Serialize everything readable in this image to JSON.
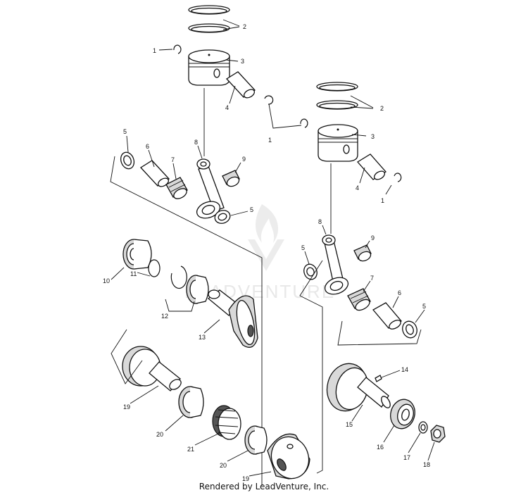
{
  "watermark": "LEADVENTURE",
  "footer": "Rendered by LeadVenture, Inc.",
  "callouts": [
    {
      "id": "1a",
      "label": "1"
    },
    {
      "id": "2a",
      "label": "2"
    },
    {
      "id": "3a",
      "label": "3"
    },
    {
      "id": "4a",
      "label": "4"
    },
    {
      "id": "1b",
      "label": "1"
    },
    {
      "id": "2b",
      "label": "2"
    },
    {
      "id": "3b",
      "label": "3"
    },
    {
      "id": "4b",
      "label": "4"
    },
    {
      "id": "1c",
      "label": "1"
    },
    {
      "id": "5a",
      "label": "5"
    },
    {
      "id": "6a",
      "label": "6"
    },
    {
      "id": "7a",
      "label": "7"
    },
    {
      "id": "8a",
      "label": "8"
    },
    {
      "id": "9a",
      "label": "9"
    },
    {
      "id": "5b",
      "label": "5"
    },
    {
      "id": "8b",
      "label": "8"
    },
    {
      "id": "9b",
      "label": "9"
    },
    {
      "id": "5c",
      "label": "5"
    },
    {
      "id": "7b",
      "label": "7"
    },
    {
      "id": "6b",
      "label": "6"
    },
    {
      "id": "5d",
      "label": "5"
    },
    {
      "id": "10",
      "label": "10"
    },
    {
      "id": "11",
      "label": "11"
    },
    {
      "id": "12",
      "label": "12"
    },
    {
      "id": "13",
      "label": "13"
    },
    {
      "id": "14",
      "label": "14"
    },
    {
      "id": "15",
      "label": "15"
    },
    {
      "id": "16",
      "label": "16"
    },
    {
      "id": "17",
      "label": "17"
    },
    {
      "id": "18",
      "label": "18"
    },
    {
      "id": "19a",
      "label": "19"
    },
    {
      "id": "20a",
      "label": "20"
    },
    {
      "id": "21",
      "label": "21"
    },
    {
      "id": "20b",
      "label": "20"
    },
    {
      "id": "19b",
      "label": "19"
    }
  ]
}
